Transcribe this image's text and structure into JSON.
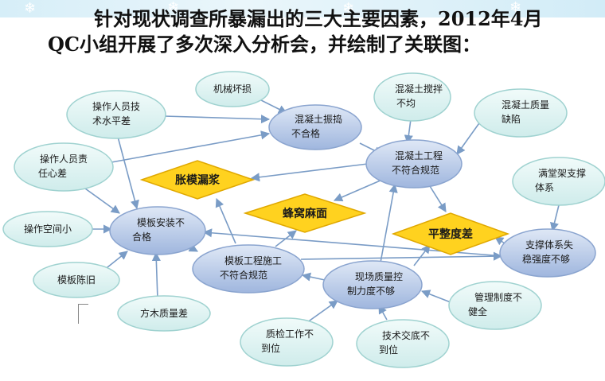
{
  "header": {
    "title_line1": "针对现状调查所暴漏出的三大主要因素，2012年4月",
    "title_line2": "QC小组开展了多次深入分析会，并绘制了关联图："
  },
  "diagram": {
    "nodes": {
      "jixie": [
        "机械坏损"
      ],
      "hunningtu_jiaoban": [
        "混凝土搅拌",
        "不均"
      ],
      "hunningtu_zhiliang": [
        "混凝土质量",
        "缺陷"
      ],
      "caozuo_jishu": [
        "操作人员技",
        "术水平差"
      ],
      "zhendao": [
        "混凝土振捣",
        "不合格"
      ],
      "hunningtu_gongcheng": [
        "混凝土工程",
        "不符合规范"
      ],
      "caozuo_zeren": [
        "操作人员责",
        "任心差"
      ],
      "mantang": [
        "满堂架支撑",
        "体系"
      ],
      "kongjian": [
        "操作空间小"
      ],
      "moban_anzhuang": [
        "模板安装不",
        "合格"
      ],
      "zhicheng_wending": [
        "支撑体系失",
        "稳强度不够"
      ],
      "moban_gongcheng": [
        "模板工程施工",
        "不符合规范"
      ],
      "xianchang": [
        "现场质量控",
        "制力度不够"
      ],
      "moban_chenjiu": [
        "模板陈旧"
      ],
      "guanli": [
        "管理制度不",
        "健全"
      ],
      "fangmu": [
        "方木质量差"
      ],
      "zhijian": [
        "质检工作不",
        "到位"
      ],
      "jishu_jiaodi": [
        "技术交底不",
        "到位"
      ]
    },
    "problems": {
      "zhangmo": "胀模漏浆",
      "fengwo": "蜂窝麻面",
      "bupingzheng": "平整度差"
    }
  },
  "colors": {
    "outer_node_fill": "#dff3f2",
    "outer_node_stroke": "#9fd2d0",
    "inner_node_fill": "#b9cbe8",
    "inner_node_stroke": "#8aa4cf",
    "diamond_fill": "#ffd21f",
    "diamond_stroke": "#e0a800",
    "arrow": "#7a9cc6"
  }
}
